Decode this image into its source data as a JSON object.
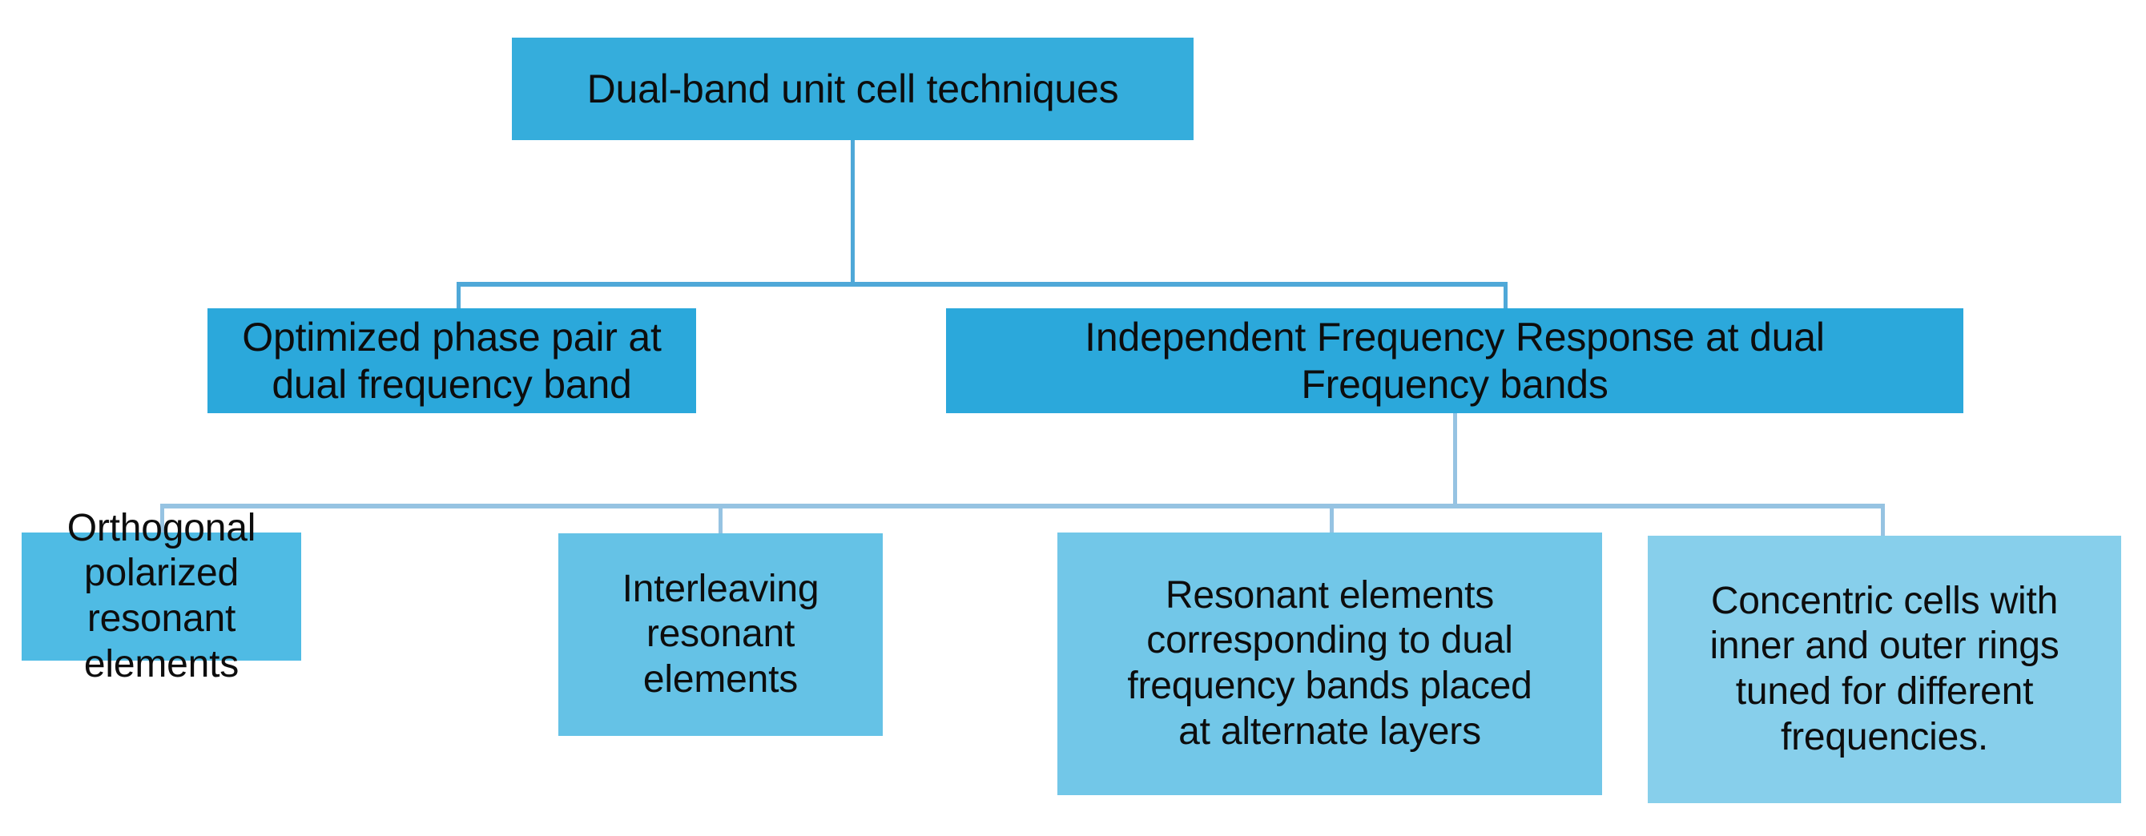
{
  "diagram": {
    "type": "tree",
    "title": "Dual-band unit cell techniques",
    "background_color": "#ffffff",
    "palette": {
      "root_fill": "#35ADDC",
      "level1_fill": "#2BA8DB",
      "level2_fill_a": "#4FBBE4",
      "level2_fill_b": "#65C2E6",
      "level2_fill_c": "#72C7E8",
      "level2_fill_d": "#87CFEB",
      "connector_dark": "#4FA8D8",
      "connector_light": "#96C3E2",
      "text_color": "#0D0D0D"
    },
    "nodes": {
      "root": {
        "id": "root",
        "label": "Dual-band unit cell techniques",
        "level": 0
      },
      "level1": [
        {
          "id": "optimized-phase-pair",
          "label": "Optimized phase pair at\ndual frequency band",
          "level": 1,
          "parent": "root"
        },
        {
          "id": "independent-frequency-response",
          "label": "Independent Frequency Response at dual\nFrequency bands",
          "level": 1,
          "parent": "root"
        }
      ],
      "level2": [
        {
          "id": "orthogonal-polarized-resonant-elements",
          "label": "Orthogonal polarized\nresonant elements",
          "level": 2,
          "parent": "independent-frequency-response"
        },
        {
          "id": "interleaving-resonant-elements",
          "label": "Interleaving\nresonant\nelements",
          "level": 2,
          "parent": "independent-frequency-response"
        },
        {
          "id": "resonant-elements-alternate-layers",
          "label": "Resonant elements\ncorresponding to dual\nfrequency bands placed\nat alternate layers",
          "level": 2,
          "parent": "independent-frequency-response"
        },
        {
          "id": "concentric-cells-rings",
          "label": "Concentric cells with\ninner and outer rings\ntuned for different\nfrequencies.",
          "level": 2,
          "parent": "independent-frequency-response"
        }
      ]
    },
    "edges": [
      {
        "from": "root",
        "to": "optimized-phase-pair"
      },
      {
        "from": "root",
        "to": "independent-frequency-response"
      },
      {
        "from": "independent-frequency-response",
        "to": "orthogonal-polarized-resonant-elements"
      },
      {
        "from": "independent-frequency-response",
        "to": "interleaving-resonant-elements"
      },
      {
        "from": "independent-frequency-response",
        "to": "resonant-elements-alternate-layers"
      },
      {
        "from": "independent-frequency-response",
        "to": "concentric-cells-rings"
      }
    ]
  }
}
